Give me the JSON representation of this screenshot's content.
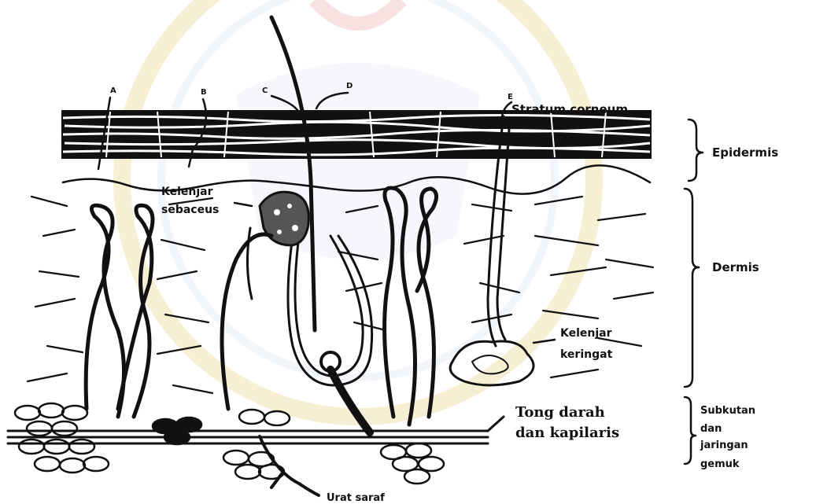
{
  "diagram": {
    "markers": [
      "A",
      "B",
      "C",
      "D",
      "E"
    ],
    "labels": {
      "stratum_corneum": "Stratum corneum",
      "epidermis": "Epidermis",
      "kelenjar_sebaceus_1": "Kelenjar",
      "kelenjar_sebaceus_2": "sebaceus",
      "dermis": "Dermis",
      "kelenjar_keringat_1": "Kelenjar",
      "kelenjar_keringat_2": "keringat",
      "pembuluh_1": "Tong darah",
      "pembuluh_2": "dan kapilaris",
      "subkutan_1": "Subkutan",
      "subkutan_2": "dan",
      "subkutan_3": "jaringan",
      "subkutan_4": "gemuk",
      "urat_saraf": "Urat saraf"
    },
    "watermark_color": "#e9d58a",
    "ink_color": "#111111"
  }
}
